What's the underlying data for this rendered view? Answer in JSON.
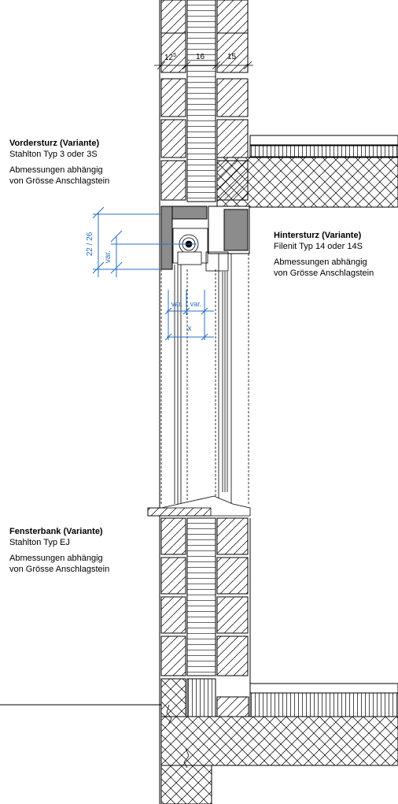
{
  "dimensions_top": {
    "d1": "12",
    "d1_sup": "5",
    "d2": "16",
    "d3": "15"
  },
  "dimensions_blue": {
    "lintel_height": "22 / 26",
    "var_vertical": "var.",
    "var_left": "var.",
    "var_right": "var.",
    "x": "x"
  },
  "annotations": [
    {
      "title": "Vordersturz (Variante)",
      "subtitle": "Stahlton Typ 3 oder 3S",
      "dep1": "Abmessungen abhängig",
      "dep2": "von Grösse Anschlagstein"
    },
    {
      "title": "Hintersturz (Variante)",
      "subtitle": "Filenit Typ 14 oder 14S",
      "dep1": "Abmessungen abhängig",
      "dep2": "von Grösse Anschlagstein"
    },
    {
      "title": "Fensterbank (Variante)",
      "subtitle": "Stahlton Typ EJ",
      "dep1": "Abmessungen abhängig",
      "dep2": "von Grösse Anschlagstein"
    }
  ],
  "colors": {
    "line": "#000000",
    "dimension_blue": "#2a6fc9",
    "lintel_fill": "#8c8c8c",
    "background": "#ffffff"
  }
}
